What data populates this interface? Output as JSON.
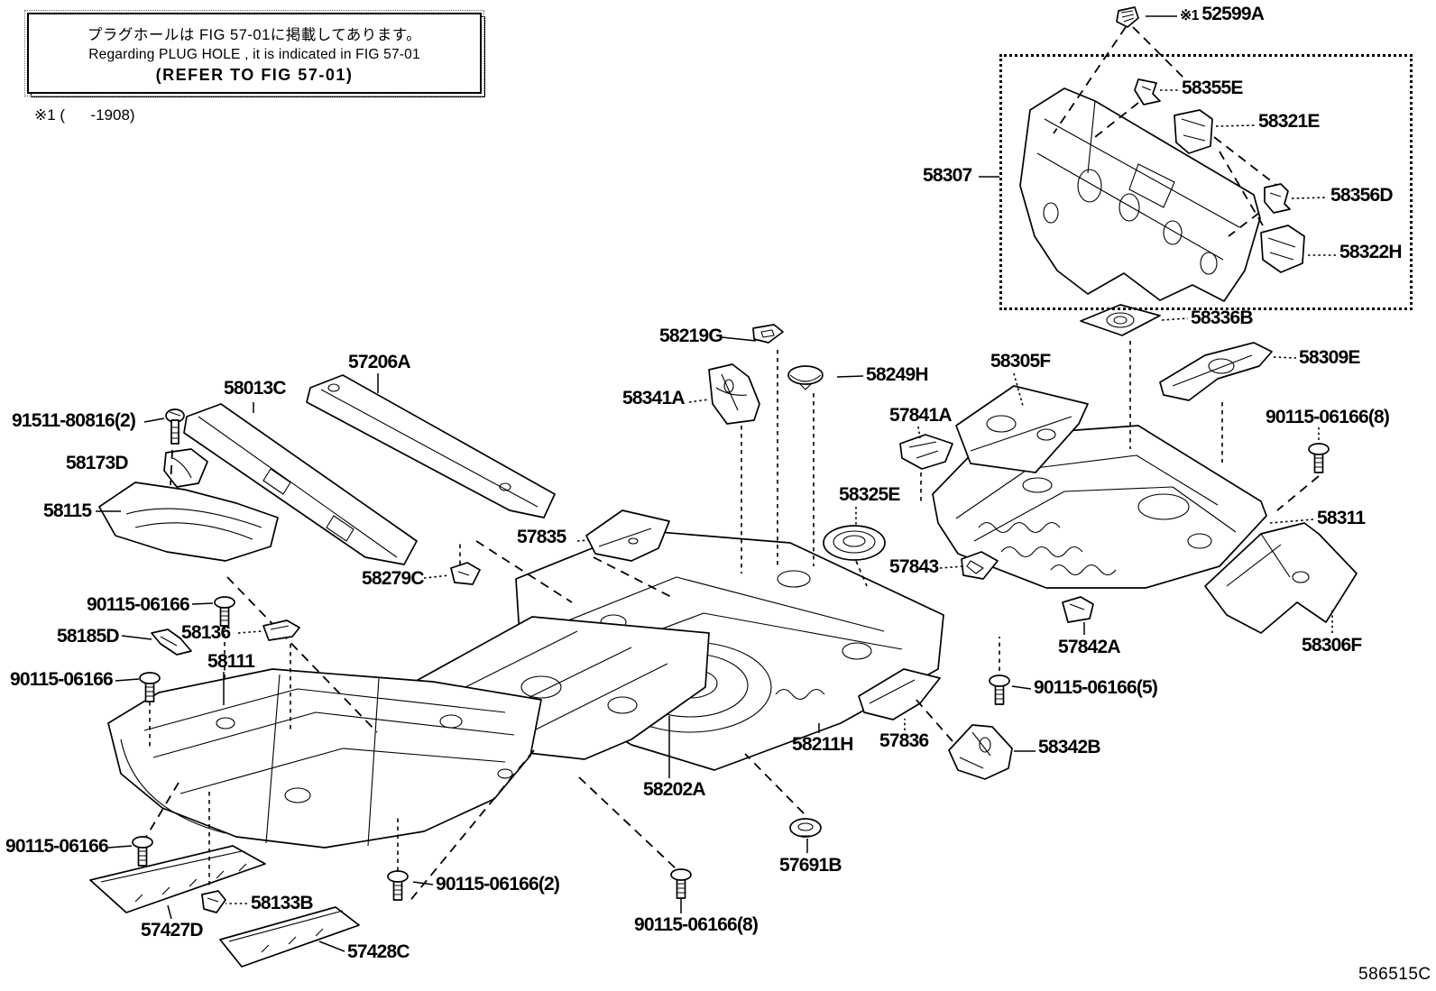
{
  "title_note": {
    "jp": "プラグホールは FIG 57-01に掲載してあります。",
    "en": "Regarding  PLUG  HOLE , it is indicated in FIG  57-01",
    "ref": "(REFER TO FIG 57-01)"
  },
  "footnote": "※1 (      -1908)",
  "sheet_code": "586515C",
  "labels": [
    {
      "prefix": "※1 ",
      "text": "52599A"
    },
    {
      "text": "58355E"
    },
    {
      "text": "58321E"
    },
    {
      "text": "58307"
    },
    {
      "text": "58356D"
    },
    {
      "text": "58322H"
    },
    {
      "text": "58336B"
    },
    {
      "text": "58219G"
    },
    {
      "text": "58249H"
    },
    {
      "text": "58305F"
    },
    {
      "text": "58309E"
    },
    {
      "text": "57841A"
    },
    {
      "text": "90115-06166(8)"
    },
    {
      "text": "58341A"
    },
    {
      "text": "58325E"
    },
    {
      "text": "57206A"
    },
    {
      "text": "58013C"
    },
    {
      "text": "91511-80816(2)"
    },
    {
      "text": "58173D"
    },
    {
      "text": "58115"
    },
    {
      "text": "57835"
    },
    {
      "text": "58311"
    },
    {
      "text": "58279C"
    },
    {
      "text": "57843"
    },
    {
      "text": "90115-06166"
    },
    {
      "text": "58185D"
    },
    {
      "text": "58136"
    },
    {
      "text": "58111"
    },
    {
      "text": "90115-06166"
    },
    {
      "text": "57842A"
    },
    {
      "text": "58306F"
    },
    {
      "text": "90115-06166(5)"
    },
    {
      "text": "58211H"
    },
    {
      "text": "57836"
    },
    {
      "text": "58342B"
    },
    {
      "text": "58202A"
    },
    {
      "text": "90115-06166"
    },
    {
      "text": "57691B"
    },
    {
      "text": "58133B"
    },
    {
      "text": "90115-06166(2)"
    },
    {
      "text": "57427D"
    },
    {
      "text": "57428C"
    },
    {
      "text": "90115-06166(8)"
    },
    {
      "text": "586515C"
    }
  ]
}
